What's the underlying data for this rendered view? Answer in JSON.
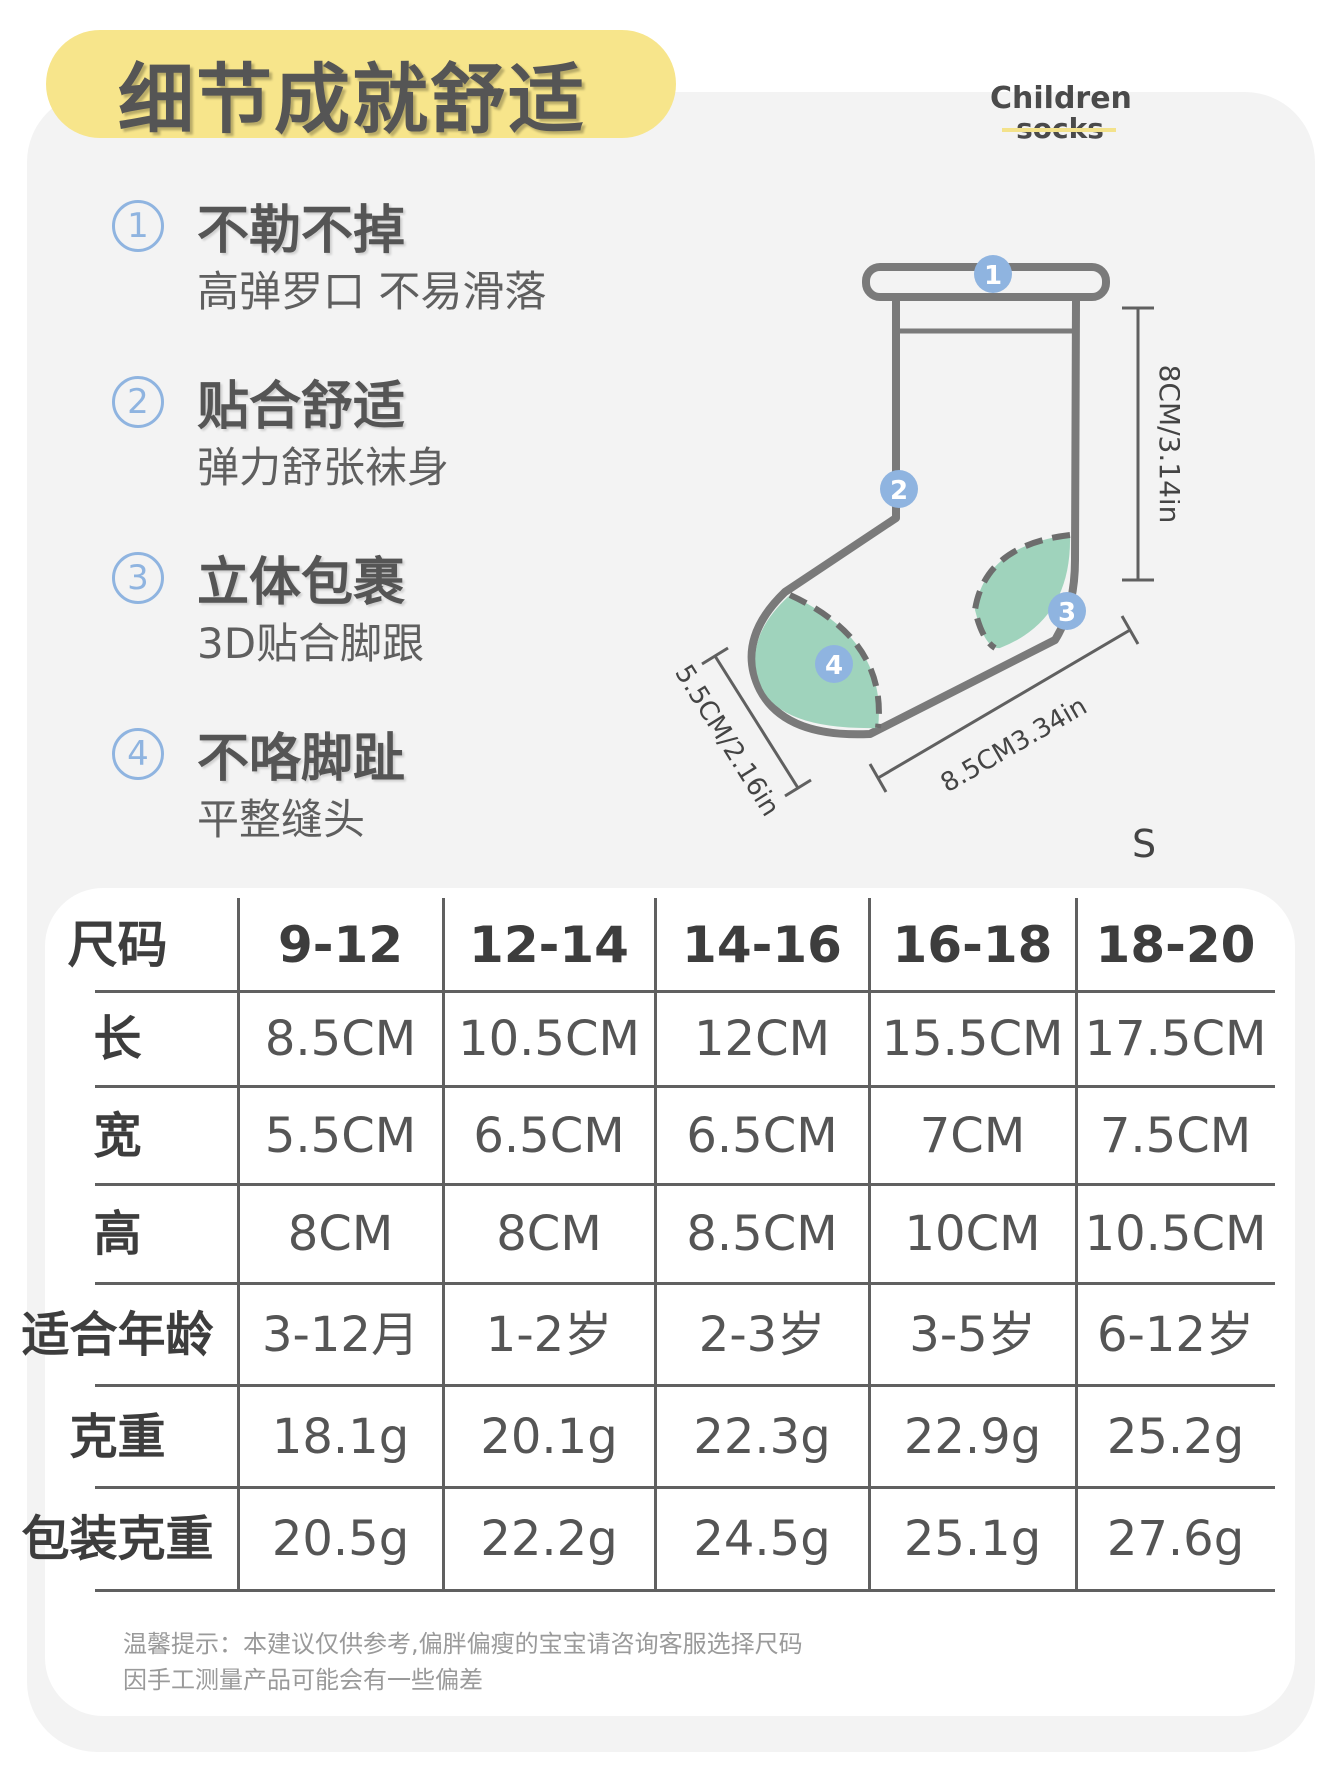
{
  "title": "细节成就舒适",
  "brand": {
    "line1": "Children",
    "line2": "socks"
  },
  "features": [
    {
      "num": "1",
      "title": "不勒不掉",
      "subtitle": "高弹罗口 不易滑落"
    },
    {
      "num": "2",
      "title": "贴合舒适",
      "subtitle": "弹力舒张袜身"
    },
    {
      "num": "3",
      "title": "立体包裹",
      "subtitle": "3D贴合脚跟"
    },
    {
      "num": "4",
      "title": "不咯脚趾",
      "subtitle": "平整缝头"
    }
  ],
  "diagram": {
    "height_label": "8CM/3.14in",
    "width_label": "5.5CM/2.16in",
    "length_label": "8.5CM3.34in",
    "markers": [
      "1",
      "2",
      "3",
      "4"
    ],
    "size_label": "S",
    "colors": {
      "outline": "#7a7a7a",
      "marker": "#8fb4e0",
      "fill": "#9fd3bc"
    }
  },
  "size_table": {
    "header_label": "尺码",
    "columns": [
      "9-12",
      "12-14",
      "14-16",
      "16-18",
      "18-20"
    ],
    "rows": [
      {
        "label": "长",
        "values": [
          "8.5CM",
          "10.5CM",
          "12CM",
          "15.5CM",
          "17.5CM"
        ]
      },
      {
        "label": "宽",
        "values": [
          "5.5CM",
          "6.5CM",
          "6.5CM",
          "7CM",
          "7.5CM"
        ]
      },
      {
        "label": "高",
        "values": [
          "8CM",
          "8CM",
          "8.5CM",
          "10CM",
          "10.5CM"
        ]
      },
      {
        "label": "适合年龄",
        "values": [
          "3-12月",
          "1-2岁",
          "2-3岁",
          "3-5岁",
          "6-12岁"
        ]
      },
      {
        "label": "克重",
        "values": [
          "18.1g",
          "20.1g",
          "22.3g",
          "22.9g",
          "25.2g"
        ]
      },
      {
        "label": "包装克重",
        "values": [
          "20.5g",
          "22.2g",
          "24.5g",
          "25.1g",
          "27.6g"
        ]
      }
    ]
  },
  "notes": [
    "温馨提示：本建议仅供参考,偏胖偏瘦的宝宝请咨询客服选择尺码",
    "因手工测量产品可能会有一些偏差"
  ]
}
